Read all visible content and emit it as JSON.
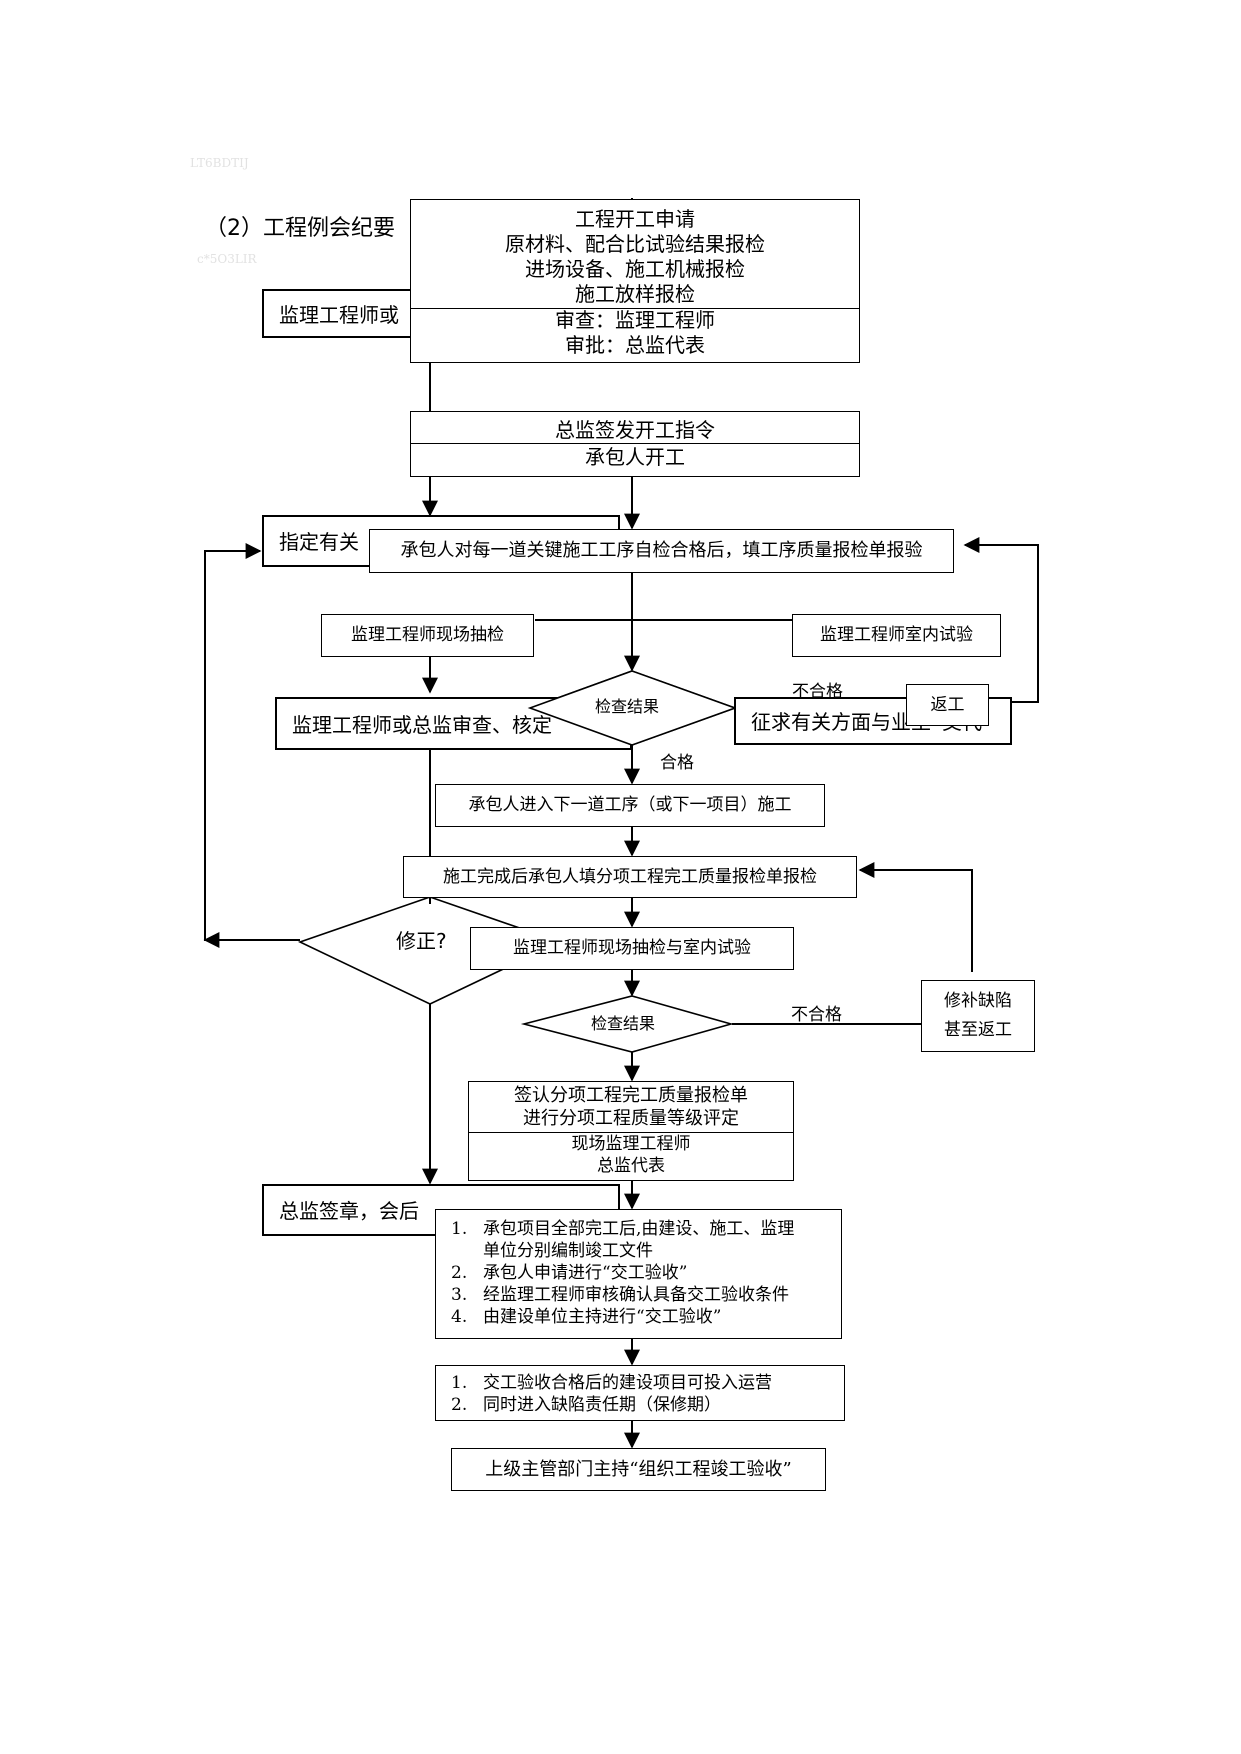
{
  "page": {
    "heading": "（2）工程例会纪要",
    "faint_marks": [
      "LT6BDTIJ",
      "c*5O3LIR"
    ]
  },
  "left_column": {
    "box1": "监理工程师或",
    "box2": "指定有关",
    "box3": "监理工程师或总监审查、核定",
    "decision": "修正?",
    "box4": "总监签章，会后"
  },
  "steps": {
    "start": {
      "lines": [
        "工程开工申请",
        "原材料、配合比试验结果报检",
        "进场设备、施工机械报检",
        "施工放样报检"
      ],
      "review_lines": [
        "审查：监理工程师",
        "审批：总监代表"
      ]
    },
    "order": {
      "line1": "总监签发开工指令",
      "line2": "承包人开工"
    },
    "self_check": "承包人对每一道关键施工工序自检合格后，填工序质量报检单报验",
    "field_check": "监理工程师现场抽检",
    "lab_test": "监理工程师室内试验",
    "decision1": "检查结果",
    "fail_label1": "不合格",
    "rework": "返工",
    "consult": "征求有关方面与业主",
    "consult_tail": "交代",
    "pass_label": "合格",
    "next_step": "承包人进入下一道工序（或下一项目）施工",
    "completion_report": "施工完成后承包人填分项工程完工质量报检单报检",
    "field_and_lab": "监理工程师现场抽检与室内试验",
    "decision2": "检查结果",
    "fail_label2": "不合格",
    "repair_lines": [
      "修补缺陷",
      "甚至返工"
    ],
    "sign": {
      "lines": [
        "签认分项工程完工质量报检单",
        "进行分项工程质量等级评定"
      ],
      "lower_lines": [
        "现场监理工程师",
        "总监代表"
      ]
    },
    "handover": {
      "items": [
        {
          "num": "1.",
          "text": "承包项目全部完工后,由建设、施工、监理"
        },
        {
          "num": "",
          "text": "单位分别编制竣工文件"
        },
        {
          "num": "2.",
          "text": "承包人申请进行“交工验收”"
        },
        {
          "num": "3.",
          "text": "经监理工程师审核确认具备交工验收条件"
        },
        {
          "num": "4.",
          "text": "由建设单位主持进行“交工验收”"
        }
      ]
    },
    "operation": {
      "items": [
        {
          "num": "1.",
          "text": "交工验收合格后的建设项目可投入运营"
        },
        {
          "num": "2.",
          "text": "同时进入缺陷责任期（保修期）"
        }
      ]
    },
    "final": "上级主管部门主持“组织工程竣工验收”"
  }
}
